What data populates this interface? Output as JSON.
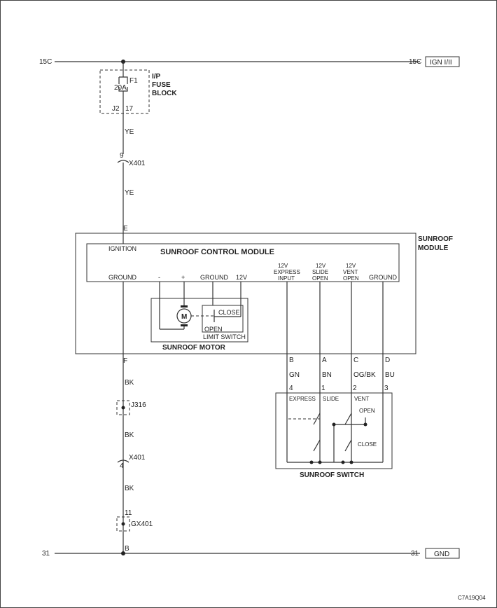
{
  "bus": {
    "top_left": "15C",
    "top_right": "15C",
    "top_tag": "IGN I/II",
    "bottom_left": "31",
    "bottom_right": "31",
    "bottom_tag": "GND"
  },
  "fuse": {
    "name": "F1",
    "rating": "20A",
    "block_line1": "I/P",
    "block_line2": "FUSE",
    "block_line3": "BLOCK",
    "conn": "J2",
    "pin": "17"
  },
  "wires": {
    "ye1": "YE",
    "ye2": "YE",
    "bk1": "BK",
    "bk2": "BK",
    "bk3": "BK"
  },
  "connectors": {
    "x401_top_pin": "9",
    "x401_top": "X401",
    "j316": "J316",
    "x401_bot_pin": "4",
    "x401_bot": "X401",
    "gx401_pin": "11",
    "gx401": "GX401"
  },
  "module": {
    "title": "SUNROOF CONTROL MODULE",
    "outer_line1": "SUNROOF",
    "outer_line2": "MODULE",
    "pin_e": "E",
    "pin_f": "F",
    "pin_b_bottom": "B",
    "ignition": "IGNITION",
    "ground": "GROUND",
    "motor_minus": "-",
    "motor_plus": "+",
    "motor_ground": "GROUND",
    "motor_12v": "12V",
    "express_l1": "12V",
    "express_l2": "EXPRESS",
    "express_l3": "INPUT",
    "slide_l1": "12V",
    "slide_l2": "SLIDE",
    "slide_l3": "OPEN",
    "vent_l1": "12V",
    "vent_l2": "VENT",
    "vent_l3": "OPEN",
    "ground2": "GROUND"
  },
  "motor": {
    "symbol": "M",
    "close": "CLOSE",
    "open": "OPEN",
    "limit": "LIMIT SWITCH",
    "title": "SUNROOF MOTOR"
  },
  "switch_pins": {
    "b": "B",
    "a": "A",
    "c": "C",
    "d": "D",
    "gn": "GN",
    "bn": "BN",
    "ogbk": "OG/BK",
    "bu": "BU",
    "p4": "4",
    "p1": "1",
    "p2": "2",
    "p3": "3"
  },
  "switch": {
    "express": "EXPRESS",
    "slide": "SLIDE",
    "vent": "VENT",
    "open": "OPEN",
    "close": "CLOSE",
    "title": "SUNROOF SWITCH"
  },
  "code": "C7A19Q04"
}
